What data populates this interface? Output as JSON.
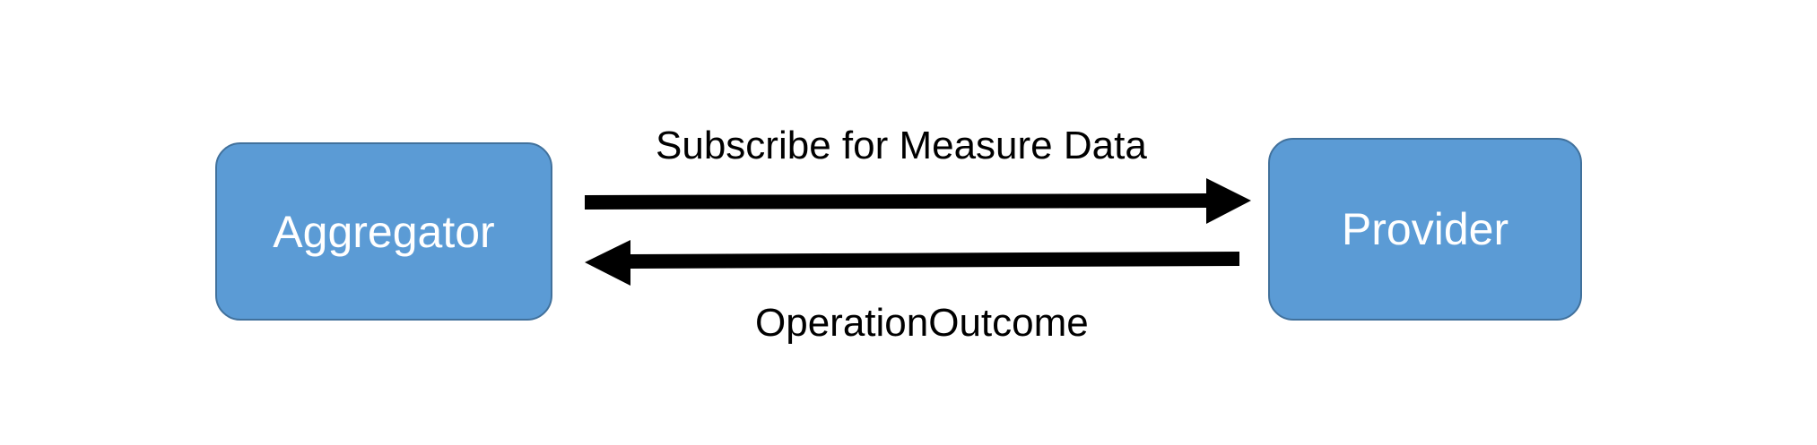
{
  "nodes": {
    "aggregator": {
      "label": "Aggregator"
    },
    "provider": {
      "label": "Provider"
    }
  },
  "edges": {
    "subscribe": {
      "label": "Subscribe for Measure Data"
    },
    "outcome": {
      "label": "OperationOutcome"
    }
  },
  "colors": {
    "node_fill": "#5b9bd5",
    "node_border": "#41719c",
    "node_text": "#ffffff",
    "arrow": "#000000",
    "edge_text": "#000000",
    "background": "#ffffff"
  }
}
